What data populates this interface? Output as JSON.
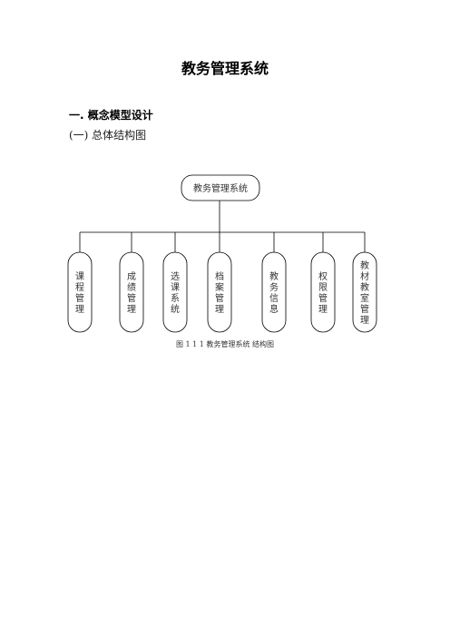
{
  "document": {
    "title": "教务管理系统",
    "section_heading": "一. 概念模型设计",
    "subsection_heading": "(一) 总体结构图",
    "caption": "图 1 1 1 教务管理系统 结构图"
  },
  "diagram": {
    "root": "教务管理系统",
    "children": [
      "课程管理",
      "成绩管理",
      "选课系统",
      "档案管理",
      "教务信息",
      "权限管理",
      "教材教室管理"
    ]
  }
}
